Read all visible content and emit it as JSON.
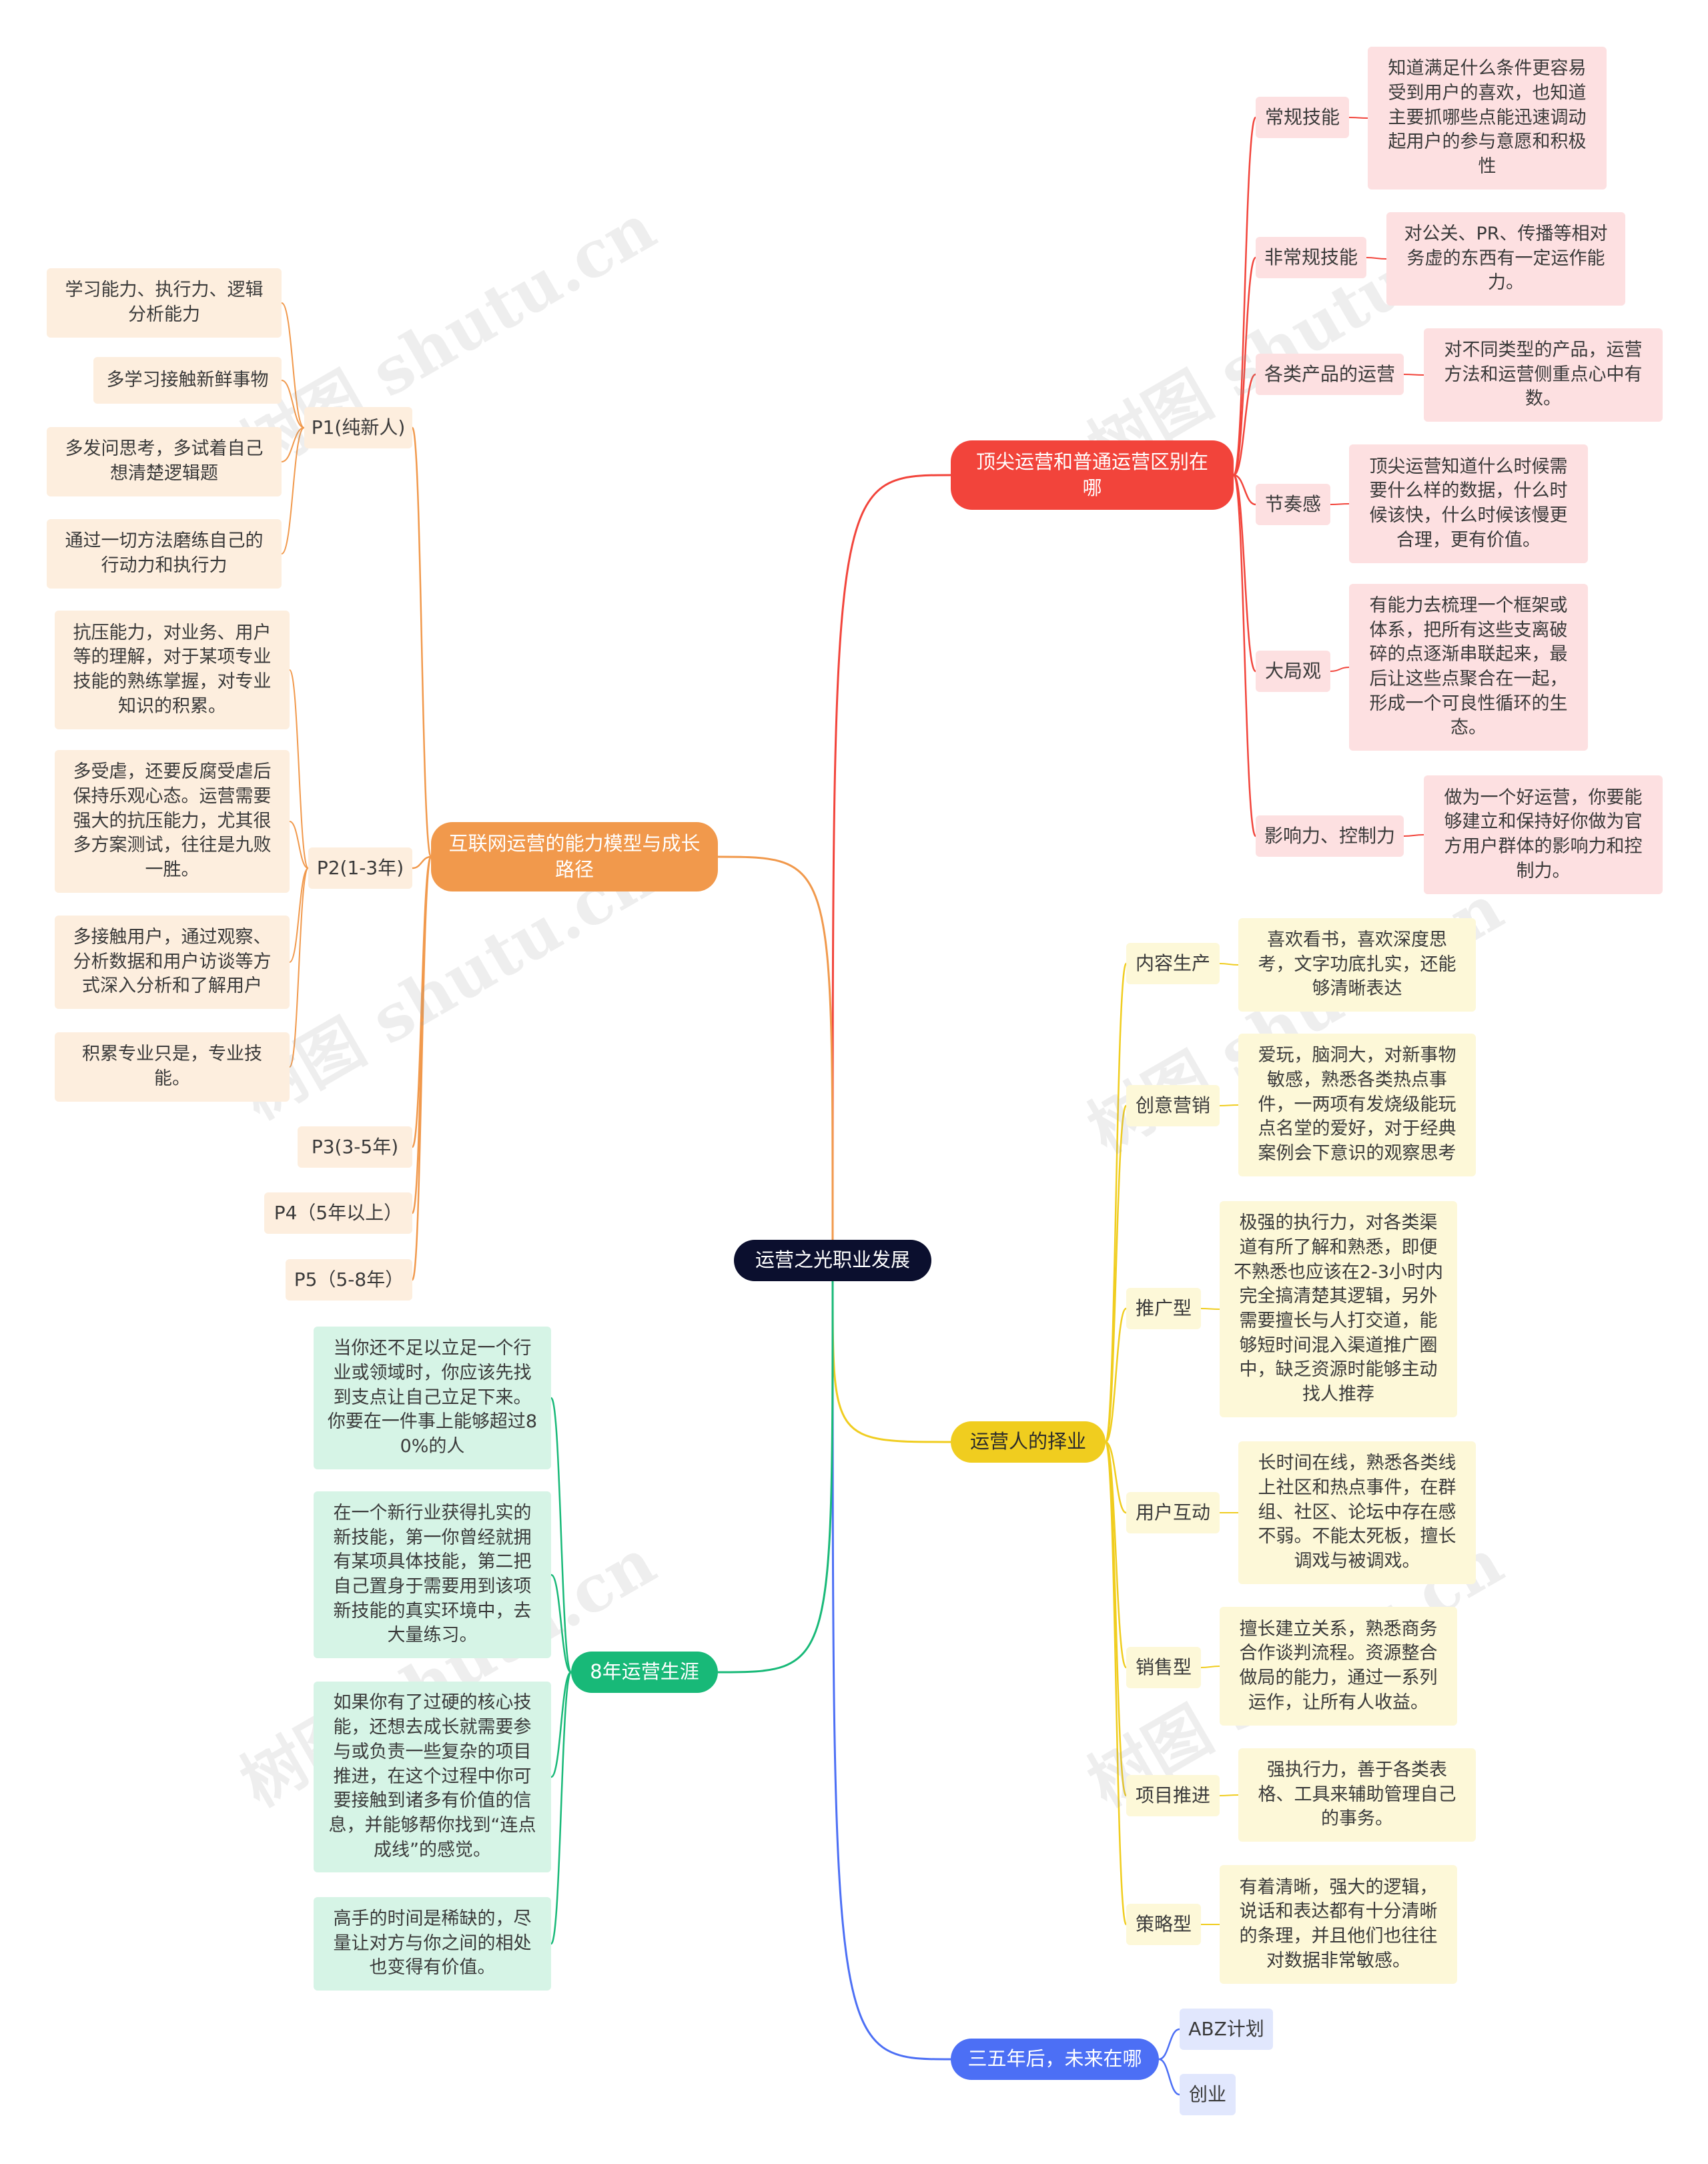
{
  "root": {
    "label": "运营之光职业发展"
  },
  "colors": {
    "red": "#f2443b",
    "orange": "#f1994c",
    "yellow": "#f0cd1f",
    "green": "#18b978",
    "blue": "#4c6ff5",
    "root": "#0b0f2e"
  },
  "watermark": "树图 shutu.cn",
  "branches": {
    "b1": {
      "label": "顶尖运营和普通运营区别在哪",
      "children": [
        {
          "label": "常规技能",
          "detail": "知道满足什么条件更容易受到用户的喜欢，也知道主要抓哪些点能迅速调动起用户的参与意愿和积极性"
        },
        {
          "label": "非常规技能",
          "detail": "对公关、PR、传播等相对务虚的东西有一定运作能力。"
        },
        {
          "label": "各类产品的运营",
          "detail": "对不同类型的产品，运营方法和运营侧重点心中有数。"
        },
        {
          "label": "节奏感",
          "detail": "顶尖运营知道什么时候需要什么样的数据，什么时候该快，什么时候该慢更合理，更有价值。"
        },
        {
          "label": "大局观",
          "detail": "有能力去梳理一个框架或体系，把所有这些支离破碎的点逐渐串联起来，最后让这些点聚合在一起，形成一个可良性循环的生态。"
        },
        {
          "label": "影响力、控制力",
          "detail": "做为一个好运营，你要能够建立和保持好你做为官方用户群体的影响力和控制力。"
        }
      ]
    },
    "b2": {
      "label": "运营人的择业",
      "children": [
        {
          "label": "内容生产",
          "detail": "喜欢看书，喜欢深度思考，文字功底扎实，还能够清晰表达"
        },
        {
          "label": "创意营销",
          "detail": "爱玩，脑洞大，对新事物敏感，熟悉各类热点事件，一两项有发烧级能玩点名堂的爱好，对于经典案例会下意识的观察思考"
        },
        {
          "label": "推广型",
          "detail": "极强的执行力，对各类渠道有所了解和熟悉，即便不熟悉也应该在2-3小时内完全搞清楚其逻辑，另外需要擅长与人打交道，能够短时间混入渠道推广圈中，缺乏资源时能够主动找人推荐"
        },
        {
          "label": "用户互动",
          "detail": "长时间在线，熟悉各类线上社区和热点事件，在群组、社区、论坛中存在感不弱。不能太死板，擅长调戏与被调戏。"
        },
        {
          "label": "销售型",
          "detail": "擅长建立关系，熟悉商务合作谈判流程。资源整合做局的能力，通过一系列运作，让所有人收益。"
        },
        {
          "label": "项目推进",
          "detail": "强执行力，善于各类表格、工具来辅助管理自己的事务。"
        },
        {
          "label": "策略型",
          "detail": "有着清晰，强大的逻辑，说话和表达都有十分清晰的条理，并且他们也往往对数据非常敏感。"
        }
      ]
    },
    "b3": {
      "label": "三五年后，未来在哪",
      "children": [
        {
          "label": "ABZ计划"
        },
        {
          "label": "创业"
        }
      ]
    },
    "b4": {
      "label": "互联网运营的能力模型与成长路径",
      "children": [
        {
          "label": "P1(纯新人)",
          "details": [
            "学习能力、执行力、逻辑分析能力",
            "多学习接触新鲜事物",
            "多发问思考，多试着自己想清楚逻辑题",
            "通过一切方法磨练自己的行动力和执行力"
          ]
        },
        {
          "label": "P2(1-3年)",
          "details": [
            "抗压能力，对业务、用户等的理解，对于某项专业技能的熟练掌握，对专业知识的积累。",
            "多受虐，还要反腐受虐后保持乐观心态。运营需要强大的抗压能力，尤其很多方案测试，往往是九败一胜。",
            "多接触用户，通过观察、分析数据和用户访谈等方式深入分析和了解用户",
            "积累专业只是，专业技能。"
          ]
        },
        {
          "label": "P3(3-5年)",
          "details": []
        },
        {
          "label": "P4（5年以上）",
          "details": []
        },
        {
          "label": "P5（5-8年）",
          "details": []
        }
      ]
    },
    "b5": {
      "label": "8年运营生涯",
      "details": [
        "当你还不足以立足一个行业或领域时，你应该先找到支点让自己立足下来。你要在一件事上能够超过80%的人",
        "在一个新行业获得扎实的新技能，第一你曾经就拥有某项具体技能，第二把自己置身于需要用到该项新技能的真实环境中，去大量练习。",
        "如果你有了过硬的核心技能，还想去成长就需要参与或负责一些复杂的项目推进，在这个过程中你可要接触到诸多有价值的信息，并能够帮你找到“连点成线”的感觉。",
        "高手的时间是稀缺的，尽量让对方与你之间的相处也变得有价值。"
      ]
    }
  }
}
